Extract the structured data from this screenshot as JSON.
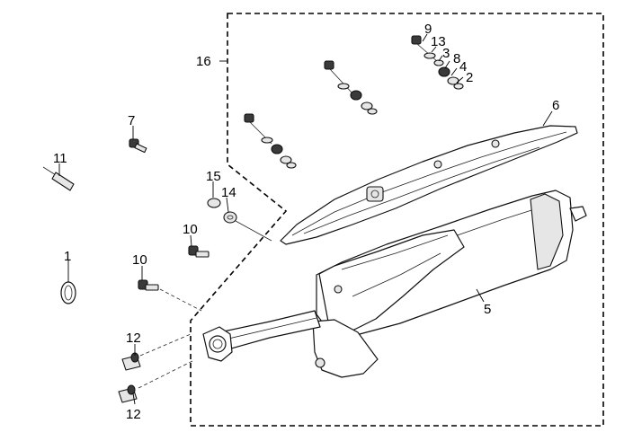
{
  "callouts": {
    "c1": "1",
    "c2": "2",
    "c3": "3",
    "c4": "4",
    "c5": "5",
    "c6": "6",
    "c7": "7",
    "c8": "8",
    "c9": "9",
    "c10a": "10",
    "c10b": "10",
    "c11": "11",
    "c12a": "12",
    "c12b": "12",
    "c13": "13",
    "c14": "14",
    "c15": "15",
    "c16": "16"
  }
}
